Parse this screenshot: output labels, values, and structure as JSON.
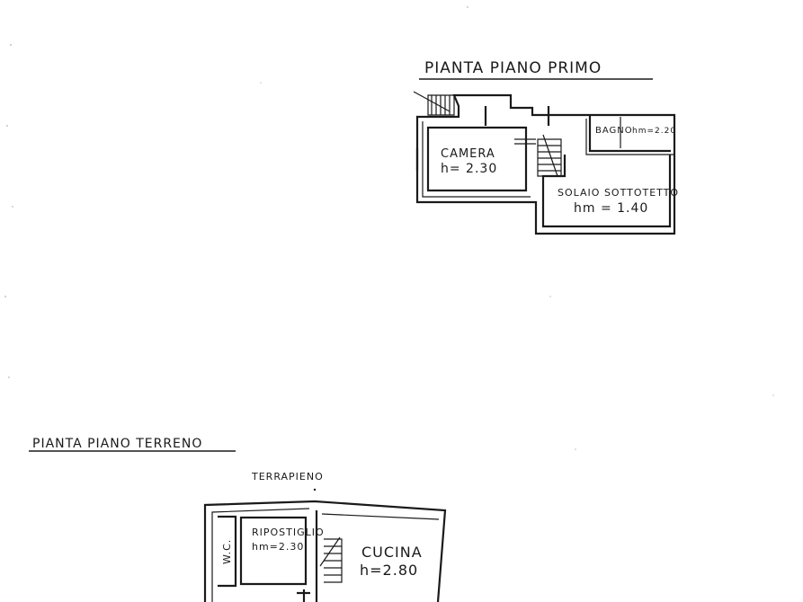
{
  "first_floor": {
    "title": "PIANTA PIANO PRIMO",
    "rooms": [
      {
        "name": "CAMERA",
        "height": "h= 2.30"
      },
      {
        "name": "BAGNO",
        "height": "hm=2.20"
      },
      {
        "name": "SOLAIO SOTTOTETTO",
        "height": "hm = 1.40"
      }
    ]
  },
  "ground_floor": {
    "title": "PIANTA PIANO TERRENO",
    "top_label": "TERRAPIENO",
    "rooms": [
      {
        "name": "W.C.",
        "height": ""
      },
      {
        "name": "RIPOSTIGLIO",
        "height": "hm=2.30"
      },
      {
        "name": "CUCINA",
        "height": "h=2.80"
      }
    ]
  }
}
